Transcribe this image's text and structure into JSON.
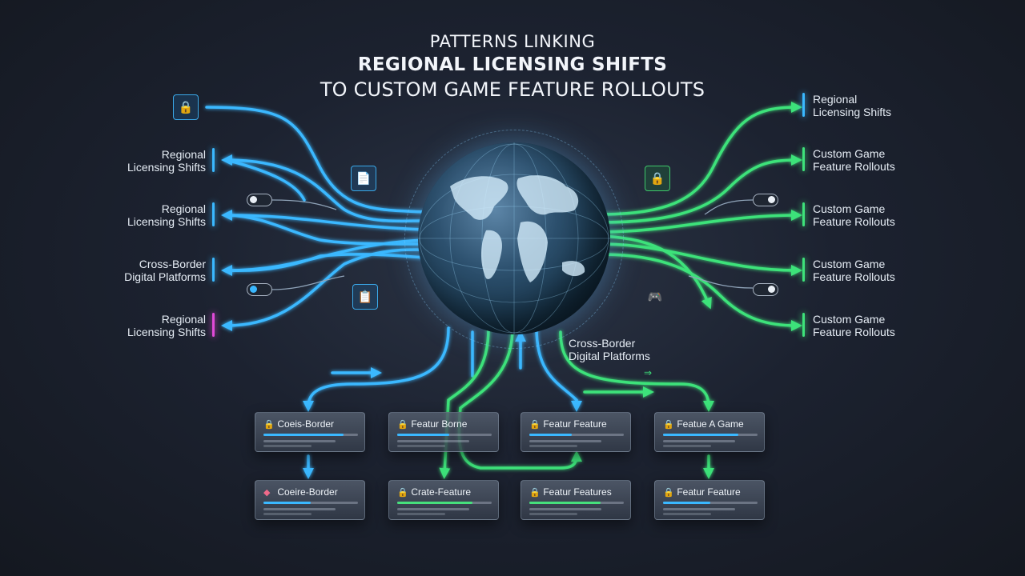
{
  "title": {
    "line1": "PATTERNS LINKING",
    "line2": "REGIONAL LICENSING SHIFTS",
    "line3": "TO CUSTOM GAME FEATURE ROLLOUTS"
  },
  "left_labels": [
    {
      "line1": "Regional",
      "line2": "Licensing Shifts",
      "bar": "blue"
    },
    {
      "line1": "Regional",
      "line2": "Licensing Shifts",
      "bar": "blue"
    },
    {
      "line1": "Cross-Border",
      "line2": "Digital Platforms",
      "bar": "blue"
    },
    {
      "line1": "Regional",
      "line2": "Licensing Shifts",
      "bar": "pink"
    }
  ],
  "right_labels": [
    {
      "line1": "Regional",
      "line2": "Licensing Shifts"
    },
    {
      "line1": "Custom Game",
      "line2": "Feature Rollouts"
    },
    {
      "line1": "Custom Game",
      "line2": "Feature Rollouts"
    },
    {
      "line1": "Custom Game",
      "line2": "Feature Rollouts"
    },
    {
      "line1": "Custom Game",
      "line2": "Feature Rollouts"
    }
  ],
  "center_label": {
    "line1": "Cross-Border",
    "line2": "Digital Platforms"
  },
  "cards_top": [
    {
      "label": "Coeis-Border",
      "icon": "lock-icon",
      "icon_color": "#f06a8a",
      "fill_color": "#3ab8ff",
      "fill": 0.85
    },
    {
      "label": "Featur Borne",
      "icon": "lock-icon",
      "icon_color": "#3ab8ff",
      "fill_color": "#3ab8ff",
      "fill": 0.55
    },
    {
      "label": "Featur Feature",
      "icon": "lock-icon",
      "icon_color": "#46e07c",
      "fill_color": "#3ab8ff",
      "fill": 0.45
    },
    {
      "label": "Featue A Game",
      "icon": "lock-icon",
      "icon_color": "#46e07c",
      "fill_color": "#3ab8ff",
      "fill": 0.8
    }
  ],
  "cards_bottom": [
    {
      "label": "Coeire-Border",
      "icon": "diamond-icon",
      "icon_color": "#f06a8a",
      "fill_color": "#3ab8ff",
      "fill": 0.5
    },
    {
      "label": "Crate-Feature",
      "icon": "lock-icon",
      "icon_color": "#46e07c",
      "fill_color": "#46e07c",
      "fill": 0.8
    },
    {
      "label": "Featur Features",
      "icon": "lock-icon",
      "icon_color": "#46e07c",
      "fill_color": "#46e07c",
      "fill": 0.75
    },
    {
      "label": "Featur Feature",
      "icon": "lock-icon",
      "icon_color": "#3ab8ff",
      "fill_color": "#3ab8ff",
      "fill": 0.5
    }
  ],
  "colors": {
    "blue": "#3ab8ff",
    "green": "#3ee27a",
    "pink": "#e04ad8",
    "background": "#1c2230"
  }
}
